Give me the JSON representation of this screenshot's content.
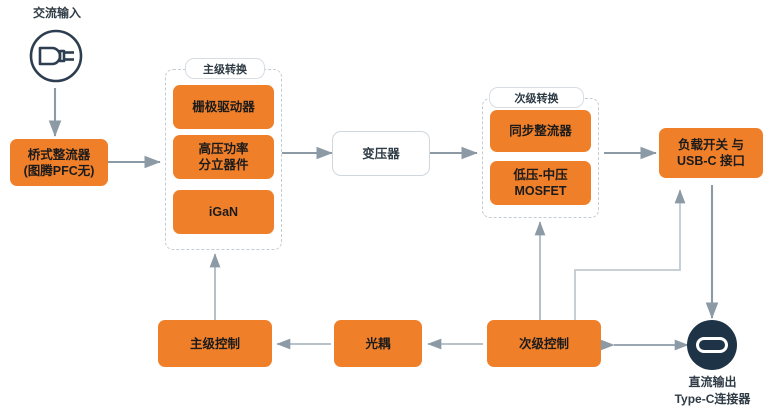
{
  "diagram": {
    "title": "USB-C Power Adapter Block Diagram",
    "colors": {
      "block_orange": "#f07f2a",
      "arrow_gray": "#8c9aa6",
      "group_dash": "#c3cbd3",
      "icon_navy": "#2d3e50",
      "text_dark": "#1b1b1b"
    },
    "input": {
      "label": "交流输入",
      "icon": "ac-plug-icon"
    },
    "nodes": {
      "bridge_rectifier": "桥式整流器\n(图腾PFC无)",
      "gate_driver": "栅极驱动器",
      "hv_discrete": "高压功率\n分立器件",
      "igan": "iGaN",
      "transformer": "变压器",
      "sync_rectifier": "同步整流器",
      "lv_mv_mosfet": "低压-中压\nMOSFET",
      "load_switch": "负载开关 与\nUSB-C 接口",
      "primary_control": "主级控制",
      "optocoupler": "光耦",
      "secondary_control": "次级控制"
    },
    "groups": {
      "primary_conversion": "主级转换",
      "secondary_conversion": "次级转换"
    },
    "output": {
      "icon": "usb-c-connector-icon",
      "caption_line1": "直流输出",
      "caption_line2": "Type-C连接器"
    }
  }
}
